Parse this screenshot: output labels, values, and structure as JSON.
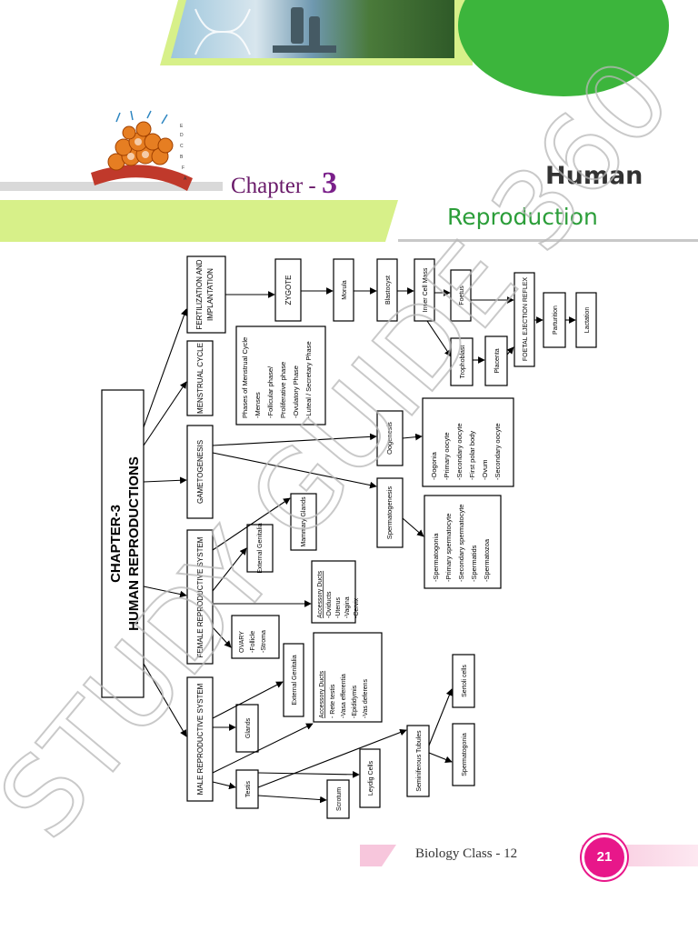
{
  "header": {
    "chapter_label": "Chapter - ",
    "chapter_number": "3",
    "title_line1": "Human",
    "title_line2": "Reproduction"
  },
  "watermark": "STUDY GUIDE 360",
  "diagram": {
    "root_line1": "CHAPTER-3",
    "root_line2": "HUMAN REPRODUCTIONS",
    "fertilization": "FERTILIZATION AND IMPLANTATION",
    "menstrual": "MENSTRUAL CYCLE",
    "gametogenesis": "GAMETOGENESIS",
    "female": "FEMALE REPRODUCTIVE SYSTEM",
    "male": "MALE REPRODUCTIVE SYSTEM",
    "zygote": "ZYGOTE",
    "morula": "Morula",
    "blastocyst": "Blastocyst",
    "inner_cell_mass": "Inner Cell Mass",
    "foetus": "Foetus",
    "trophoblast": "Trophoblast",
    "placenta": "Placenta",
    "foetal_reflex": "FOETAL EJECTION REFLEX",
    "parturition": "Parturition",
    "lactation": "Lactation",
    "menstrual_phases": [
      "Phases of Menstrual Cycle",
      "-Menses",
      "-Follicular phase/",
      "Proliferative phase",
      "-Ovulatory Phase",
      "-Luteal / Secretary Phase"
    ],
    "oogenesis": "Oogenesis",
    "oogenesis_list": [
      "-Oogonia",
      "-Primary oocyte",
      "-Secondary oocyte",
      "-First polar body",
      "-Ovum",
      "-Secondary oocyte"
    ],
    "spermatogenesis": "Spermatogenesis",
    "spermatogenesis_list": [
      "-Spermatogonia",
      "-Primary spermatocyte",
      "-Secondary spermatocyte",
      "-Spermatids",
      "-Spermatozoa"
    ],
    "mammary": "Mammary Glands",
    "ext_genitalia_f": "External Genitalia",
    "acc_ducts_f": [
      "Accessory Ducts",
      "-Oviducts",
      "-Uterus",
      "-Vagina",
      "-Cervix"
    ],
    "ovary": [
      "OVARY",
      "-Follicle",
      "-Stroma"
    ],
    "ext_genitalia_m": "External Genitalia",
    "acc_ducts_m": [
      "Accessory Ducts",
      "- Rete testis",
      "-Vasa efferentia",
      "-Epididymis",
      "-Vas deferens"
    ],
    "glands": "Glands",
    "testis": "Testis",
    "scrotum": "Scrotum",
    "leydig": "Leydig Cells",
    "seminiferous": "Seminiferous Tubules",
    "sertoli": "Sertoli cells",
    "spermatogonia": "Spermatogonia"
  },
  "footer": {
    "book": "Biology Class - 12",
    "page": "21"
  },
  "colors": {
    "green_band": "#d7f089",
    "green_circle": "#3cb53c",
    "accent_purple": "#7a1f8a",
    "pink": "#e8178a"
  }
}
